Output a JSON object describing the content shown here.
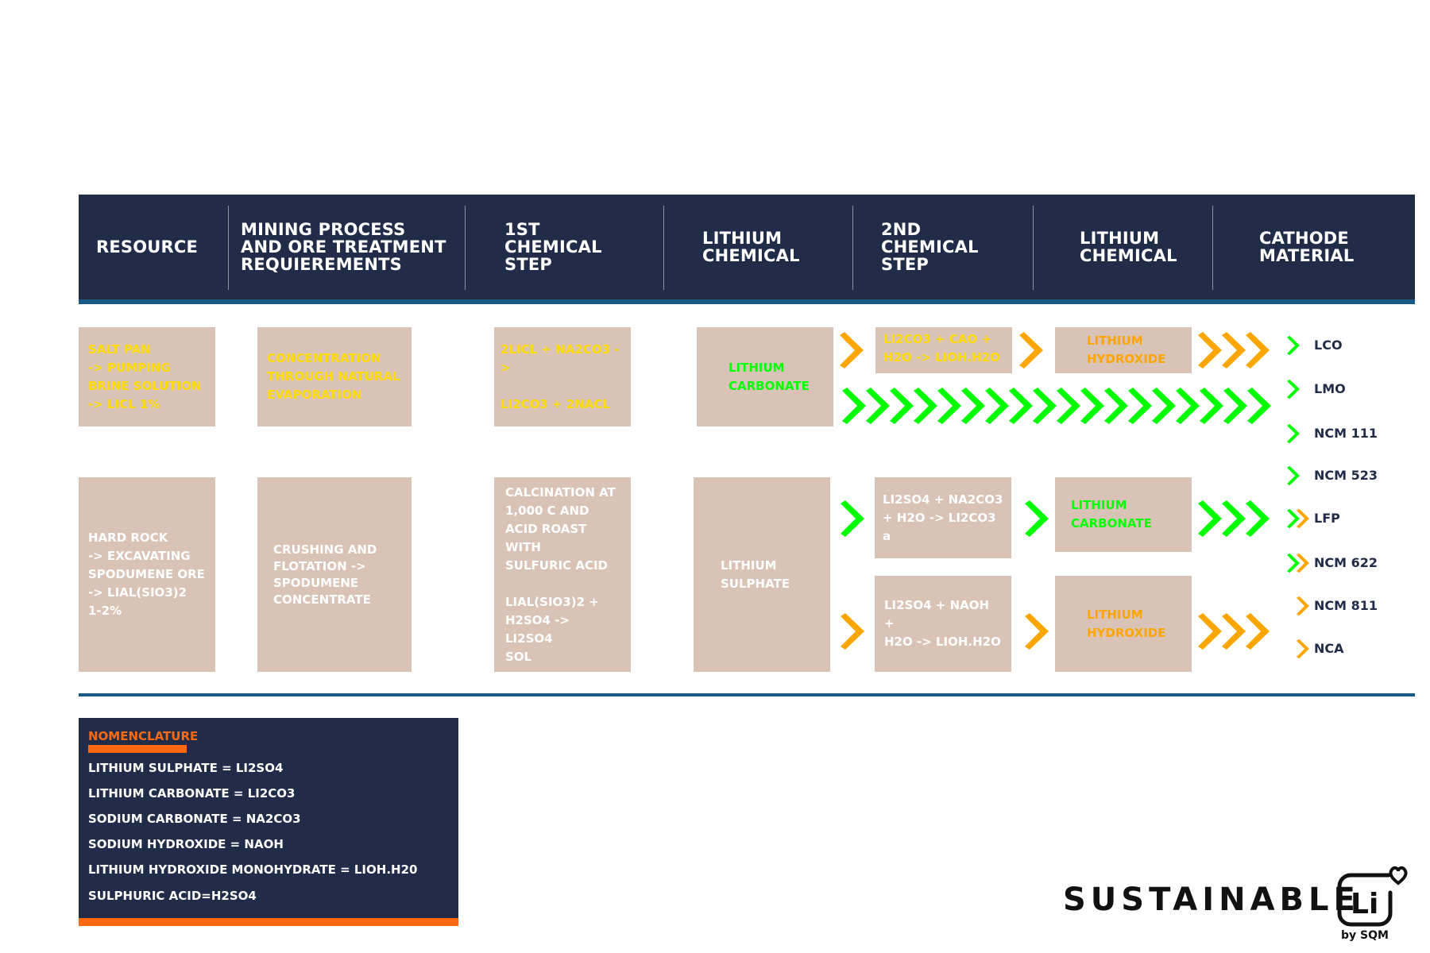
{
  "header": {
    "columns": [
      {
        "label": "RESOURCE"
      },
      {
        "label": "MINING PROCESS\nAND ORE TREATMENT\nREQUIEREMENTS"
      },
      {
        "label": "1ST\nCHEMICAL\nSTEP"
      },
      {
        "label": "LITHIUM\nCHEMICAL"
      },
      {
        "label": "2ND\nCHEMICAL\nSTEP"
      },
      {
        "label": "LITHIUM\nCHEMICAL"
      },
      {
        "label": "CATHODE\nMATERIAL"
      }
    ]
  },
  "brine_route": {
    "resource": "SALT PAN\n-> PUMPING\nBRINE SOLUTION\n-> LICL 1%",
    "mining": "CONCENTRATION\nTHROUGH NATURAL\nEVAPORATION",
    "first_step": "2LICL + NA2CO3 ->\n\nLI2CO3 + 2NACL",
    "lithium_chemical": "LITHIUM\nCARBONATE",
    "second_step": "LI2CO3 + CAO +\nH2O -> LIOH.H2O",
    "lithium_chemical_2": "LITHIUM\nHYDROXIDE"
  },
  "hard_rock_route": {
    "resource": "HARD ROCK\n-> EXCAVATING\nSPODUMENE ORE\n-> LIAL(SIO3)2\n1-2%",
    "mining": "CRUSHING AND\nFLOTATION ->\nSPODUMENE\nCONCENTRATE",
    "first_step": "CALCINATION AT\n1,000 C AND\nACID ROAST\nWITH\nSULFURIC ACID\n\nLIAL(SIO3)2 +\nH2SO4 -> LI2SO4\nSOL",
    "lithium_chemical": "LITHIUM\nSULPHATE",
    "second_step_carbonate": "LI2SO4 + NA2CO3\n+ H2O -> LI2CO3 a",
    "lithium_chemical_carbonate": "LITHIUM\nCARBONATE",
    "second_step_hydroxide": "LI2SO4 + NAOH +\nH2O -> LIOH.H2O",
    "lithium_chemical_hydroxide": "LITHIUM\nHYDROXIDE"
  },
  "cathode_materials": [
    {
      "label": "LCO",
      "sources": [
        "carbonate"
      ]
    },
    {
      "label": "LMO",
      "sources": [
        "carbonate"
      ]
    },
    {
      "label": "NCM 111",
      "sources": [
        "carbonate"
      ]
    },
    {
      "label": "NCM 523",
      "sources": [
        "carbonate"
      ]
    },
    {
      "label": "LFP",
      "sources": [
        "carbonate",
        "hydroxide"
      ]
    },
    {
      "label": "NCM 622",
      "sources": [
        "carbonate",
        "hydroxide"
      ]
    },
    {
      "label": "NCM 811",
      "sources": [
        "hydroxide"
      ]
    },
    {
      "label": "NCA",
      "sources": [
        "hydroxide"
      ]
    }
  ],
  "colors": {
    "navy": "#212d48",
    "blue_rule": "#175a86",
    "box": "#d9c3b6",
    "carbonate_green": "#00ff00",
    "hydroxide_orange": "#ffa500",
    "brine_yellow": "#ffdd00",
    "accent_orange": "#ff6a10"
  },
  "nomenclature": {
    "title": "NOMENCLATURE",
    "items": [
      "LITHIUM SULPHATE = LI2SO4",
      "LITHIUM CARBONATE = LI2CO3",
      "SODIUM CARBONATE = NA2CO3",
      "SODIUM HYDROXIDE = NAOH",
      "LITHIUM HYDROXIDE MONOHYDRATE = LIOH.H20",
      "SULPHURIC ACID=H2SO4"
    ]
  },
  "logo": {
    "text": "SUSTAINABLE",
    "mark": "Li",
    "sub": "by SQM"
  }
}
